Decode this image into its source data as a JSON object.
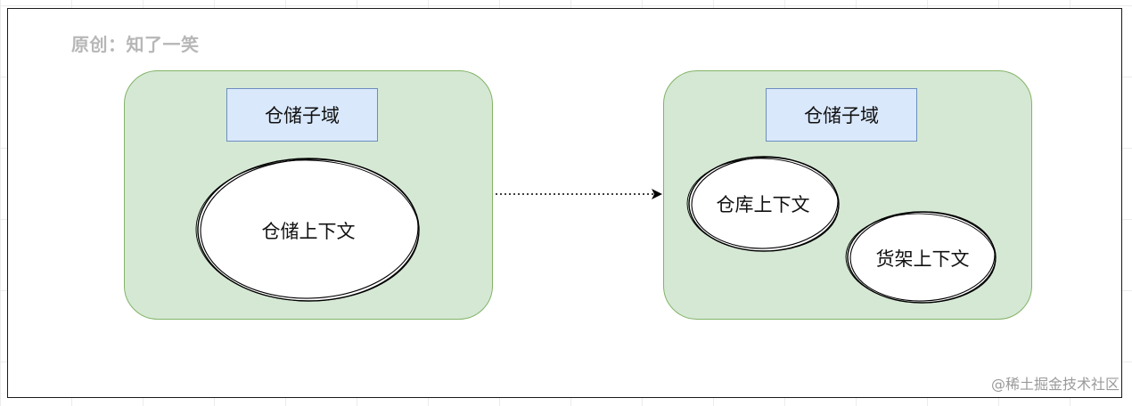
{
  "author_credit": "原创：知了一笑",
  "left_domain": {
    "subdomain_label": "仓储子域",
    "contexts": [
      {
        "label": "仓储上下文"
      }
    ]
  },
  "right_domain": {
    "subdomain_label": "仓储子域",
    "contexts": [
      {
        "label": "仓库上下文"
      },
      {
        "label": "货架上下文"
      }
    ]
  },
  "watermark": "@稀土掘金技术社区",
  "colors": {
    "domain_fill": "#d5e8d4",
    "domain_stroke": "#82b366",
    "subdomain_fill": "#dae8fc",
    "subdomain_stroke": "#6c8ebf",
    "context_fill": "#ffffff",
    "context_stroke": "#000000",
    "arrow": "#000000"
  }
}
